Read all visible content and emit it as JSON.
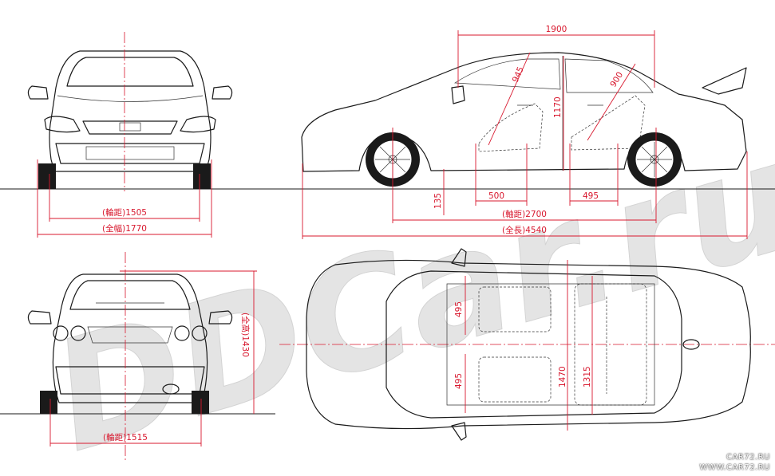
{
  "watermark": {
    "text": "DDCar.ru"
  },
  "dimensions": {
    "front_tread": "(輪距)1505",
    "overall_width": "(全幅)1770",
    "rear_tread": "(輪距)1515",
    "overall_height": "(全高)1430",
    "interior_length": "1900",
    "front_headroom": "945",
    "rear_headroom": "900",
    "seat_height_front": "1170",
    "front_seat_depth": "500",
    "rear_seat_depth": "495",
    "ground_clearance": "135",
    "wheelbase": "(軸距)2700",
    "overall_length": "(全長)4540",
    "front_shoulder_room": "495",
    "rear_shoulder_room": "495",
    "interior_width_front": "1470",
    "interior_width_rear": "1315"
  },
  "footer": {
    "line1": "CAR72.RU",
    "line2": "WWW.CAR72.RU"
  }
}
